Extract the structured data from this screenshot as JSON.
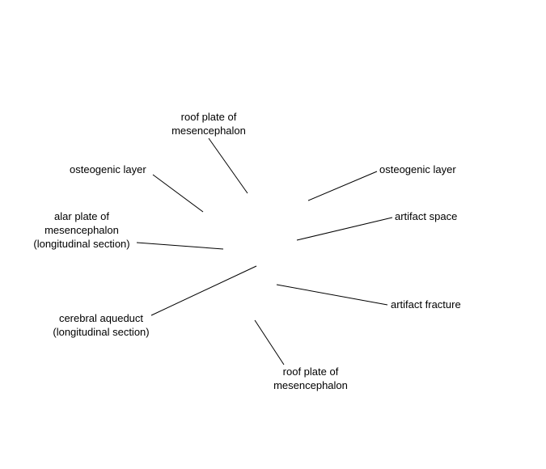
{
  "colors": {
    "background": "#ffffff",
    "text": "#000000",
    "leader_line": "#000000"
  },
  "labels": {
    "roof_plate_top": [
      "roof plate of",
      "mesencephalon"
    ],
    "osteogenic_layer_left": [
      "osteogenic layer"
    ],
    "osteogenic_layer_right": [
      "osteogenic layer"
    ],
    "alar_plate": [
      "alar plate of",
      "mesencephalon",
      "(longitudinal section)"
    ],
    "artifact_space": [
      "artifact space"
    ],
    "artifact_fracture": [
      "artifact fracture"
    ],
    "cerebral_aqueduct": [
      "cerebral aqueduct",
      "(longitudinal section)"
    ],
    "roof_plate_bottom": [
      "roof plate of",
      "mesencephalon"
    ]
  }
}
